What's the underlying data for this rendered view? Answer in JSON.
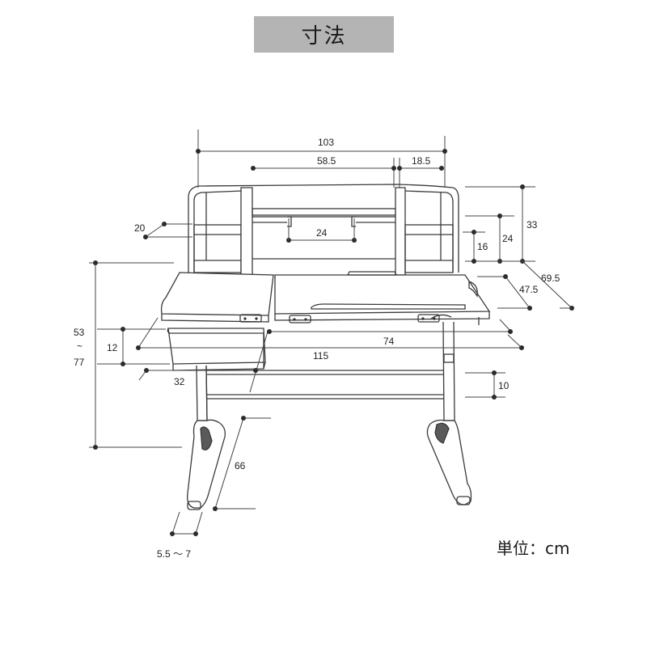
{
  "title": "寸法",
  "unit_note": "単位：cm",
  "dimensions": {
    "overall_width_top": "103",
    "middle_shelf_width": "58.5",
    "side_shelf_width": "18.5",
    "small_shelf_depth": "20",
    "middle_shelf_inner": "24",
    "hutch_height": "33",
    "hutch_shelf_height": "24",
    "hutch_lower_shelf": "16",
    "desk_depth": "69.5",
    "tilt_depth": "47.5",
    "height_range_top": "53",
    "height_range_sep": "~",
    "height_range_bottom": "77",
    "drawer_height": "12",
    "tilt_top_width": "74",
    "desk_width": "115",
    "drawer_width": "32",
    "crossbar_height": "10",
    "foot_depth": "66",
    "foot_width": "5.5 ～ 7"
  }
}
